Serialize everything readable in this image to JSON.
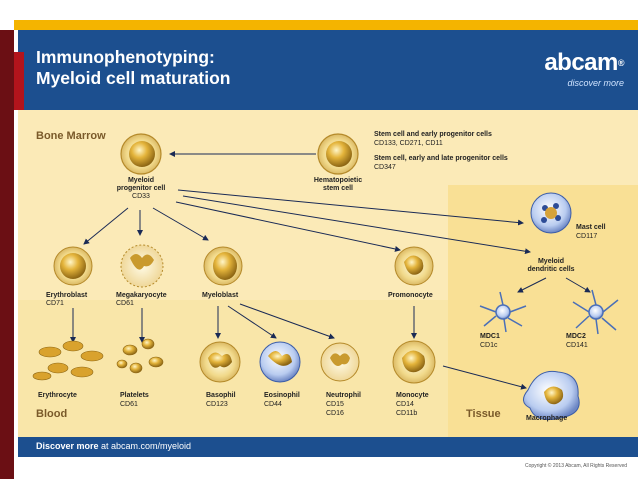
{
  "header": {
    "title_line1": "Immunophenotyping:",
    "title_line2": "Myeloid cell maturation",
    "brand": "abcam",
    "brand_mark": "®",
    "tagline": "discover more"
  },
  "regions": {
    "bone_marrow": "Bone Marrow",
    "blood": "Blood",
    "tissue": "Tissue"
  },
  "cells": {
    "hsc": {
      "name_line1": "Hematopoietic",
      "name_line2": "stem cell"
    },
    "myeloid_progenitor": {
      "name_line1": "Myeloid",
      "name_line2": "progenitor cell",
      "marker": "CD33"
    },
    "erythroblast": {
      "name": "Erythroblast",
      "marker": "CD71"
    },
    "megakaryocyte": {
      "name": "Megakaryocyte",
      "marker": "CD61"
    },
    "myeloblast": {
      "name": "Myeloblast"
    },
    "promonocyte": {
      "name": "Promonocyte"
    },
    "mast_cell": {
      "name": "Mast cell",
      "marker": "CD117"
    },
    "myeloid_dc": {
      "name_line1": "Myeloid",
      "name_line2": "dendritic cells"
    },
    "mdc1": {
      "name": "MDC1",
      "marker": "CD1c"
    },
    "mdc2": {
      "name": "MDC2",
      "marker": "CD141"
    },
    "erythrocyte": {
      "name": "Erythrocyte"
    },
    "platelets": {
      "name": "Platelets",
      "marker": "CD61"
    },
    "basophil": {
      "name": "Basophil",
      "marker": "CD123"
    },
    "eosinophil": {
      "name": "Eosinophil",
      "marker": "CD44"
    },
    "neutrophil": {
      "name": "Neutrophil",
      "marker1": "CD15",
      "marker2": "CD16"
    },
    "monocyte": {
      "name": "Monocyte",
      "marker1": "CD14",
      "marker2": "CD11b"
    },
    "macrophage": {
      "name": "Macrophage"
    }
  },
  "stem_markers": {
    "line1_title": "Stem cell and early progenitor cells",
    "line1_markers": "CD133, CD271, CD11",
    "line2_title": "Stem cell, early and late progenitor cells",
    "line2_markers": "CD347"
  },
  "footer": {
    "prefix": "Discover more",
    "suffix": " at abcam.com/myeloid"
  },
  "copyright": "Copyright © 2013 Abcam, All Rights Reserved",
  "colors": {
    "header_blue": "#1c4f8f",
    "cell_gold": "#d8a531",
    "body_cream": "#fbeab7",
    "accent_yellow": "#f4b400",
    "dark_red": "#6b0f14"
  }
}
